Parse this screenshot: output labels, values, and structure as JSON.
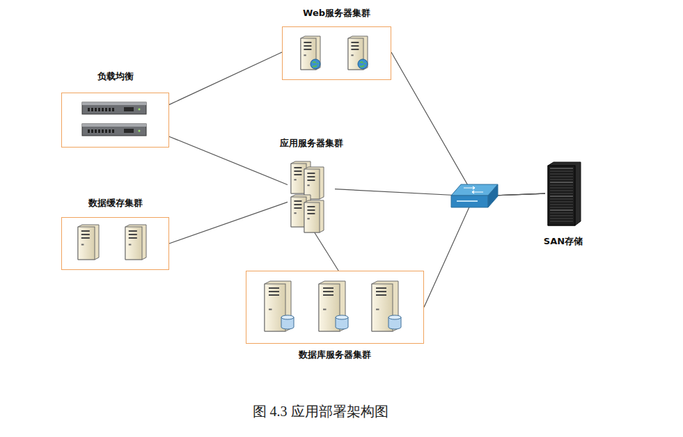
{
  "diagram": {
    "caption": "图 4.3  应用部署架构图",
    "nodes": [
      {
        "text": [
          "负载均衡"
        ]
      },
      {
        "text": [
          "Web服务器集群"
        ]
      },
      {
        "text": [
          "应用服务器集群"
        ]
      },
      {
        "text": [
          "数据缓存集群"
        ]
      },
      {
        "text": [
          "数据库服务器集群"
        ]
      },
      {
        "text": [
          "SAN存储"
        ]
      }
    ],
    "edges": [
      {
        "from": 0,
        "to": 1,
        "arrow": "none"
      },
      {
        "from": 0,
        "to": 2,
        "arrow": "none"
      },
      {
        "from": 3,
        "to": 2,
        "arrow": "none"
      },
      {
        "from": 2,
        "to": 4,
        "arrow": "none"
      },
      {
        "from": 1,
        "to": 5,
        "arrow": "none"
      },
      {
        "from": 2,
        "to": 5,
        "arrow": "none"
      },
      {
        "from": 4,
        "to": 5,
        "arrow": "none"
      }
    ]
  }
}
